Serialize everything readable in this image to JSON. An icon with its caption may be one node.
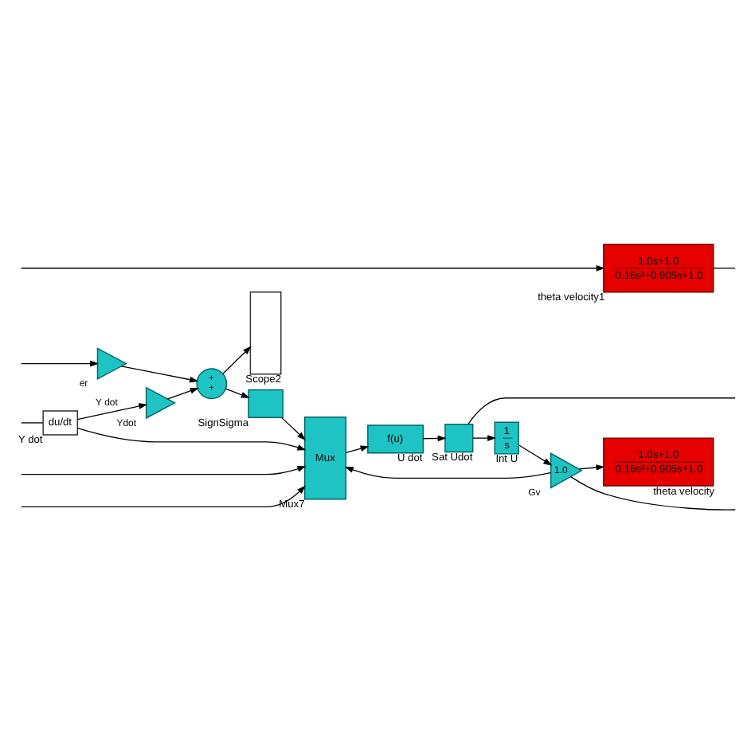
{
  "diagram": {
    "nodes": [
      {
        "text": [],
        "shape": "triangle",
        "beside": [
          "er"
        ]
      },
      {
        "text": [
          "+",
          "+"
        ]
      },
      {
        "text": [],
        "shape": "triangle",
        "beside": [
          "Ydot"
        ]
      },
      {
        "text": [],
        "shape": "box",
        "beside": [
          "SignSigma"
        ]
      },
      {
        "text": [],
        "shape": "box",
        "beside": [
          "Scope2"
        ]
      },
      {
        "text": [
          "du/dt"
        ],
        "beside": [
          "Y dot"
        ]
      },
      {
        "text": [
          "Mux"
        ],
        "beside": [
          "Mux7"
        ]
      },
      {
        "text": [
          "f(u)"
        ],
        "beside": [
          "U dot"
        ]
      },
      {
        "text": [],
        "shape": "box",
        "beside": [
          "Sat Udot"
        ]
      },
      {
        "text": [
          "1",
          "s"
        ],
        "beside": [
          "Int U"
        ]
      },
      {
        "text": [
          "1.0"
        ],
        "beside": [
          "Gv"
        ]
      },
      {
        "text": [
          "1.0s+1.0",
          "0.16s²+0.905s+1.0"
        ],
        "beside": [
          "theta velocity"
        ]
      },
      {
        "text": [
          "1.0s+1.0",
          "0.16s²+0.905s+1.0"
        ],
        "beside": [
          "theta velocity1"
        ]
      }
    ],
    "edges": [
      {
        "from": null,
        "to": 0,
        "arrow": "to"
      },
      {
        "from": 0,
        "to": 1,
        "arrow": "to"
      },
      {
        "from": 2,
        "to": 1,
        "arrow": "to"
      },
      {
        "from": 1,
        "to": 3,
        "arrow": "to"
      },
      {
        "from": 1,
        "to": 4,
        "arrow": "to"
      },
      {
        "from": 3,
        "to": 6,
        "arrow": "to"
      },
      {
        "from": 5,
        "to": 2,
        "arrow": "to",
        "label": "Y dot"
      },
      {
        "from": 5,
        "to": 6,
        "arrow": "to"
      },
      {
        "from": null,
        "to": 6,
        "arrow": "to"
      },
      {
        "from": null,
        "to": 6,
        "arrow": "to"
      },
      {
        "from": 6,
        "to": 7,
        "arrow": "to"
      },
      {
        "from": 7,
        "to": 8,
        "arrow": "to"
      },
      {
        "from": 8,
        "to": 9,
        "arrow": "to"
      },
      {
        "from": 9,
        "to": 10,
        "arrow": "to"
      },
      {
        "from": 10,
        "to": 11,
        "arrow": "to"
      },
      {
        "from": 10,
        "to": 6,
        "arrow": "to"
      },
      {
        "from": 10,
        "to": null,
        "arrow": "none"
      },
      {
        "from": 8,
        "to": null,
        "arrow": "none"
      },
      {
        "from": null,
        "to": 5,
        "arrow": "none"
      },
      {
        "from": null,
        "to": 12,
        "arrow": "to"
      },
      {
        "from": 12,
        "to": null,
        "arrow": "none"
      }
    ]
  }
}
